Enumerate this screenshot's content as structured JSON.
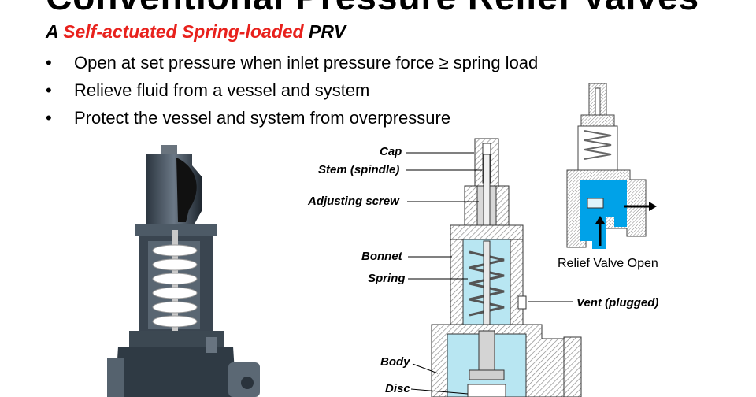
{
  "slide": {
    "title": "Conventional Pressure Relief Valves",
    "subtitle": {
      "prefix": "A ",
      "highlight": "Self-actuated Spring-loaded",
      "suffix": " PRV"
    },
    "bullet_symbol": "•",
    "bullets": [
      "Open at set pressure when inlet pressure force ≥ spring load",
      "Relieve fluid from a vessel and system",
      "Protect the vessel and system from overpressure"
    ]
  },
  "diagram": {
    "labels": {
      "cap": "Cap",
      "stem": "Stem (spindle)",
      "adjusting_screw": "Adjusting screw",
      "bonnet": "Bonnet",
      "spring": "Spring",
      "vent": "Vent (plugged)",
      "body": "Body",
      "disc": "Disc"
    },
    "caption": "Relief Valve Open"
  },
  "colors": {
    "accent_red": "#e8211c",
    "fluid_blue": "#00a2e8",
    "light_blue": "#b8e6f2",
    "hatch_gray": "#9a9a9a"
  }
}
